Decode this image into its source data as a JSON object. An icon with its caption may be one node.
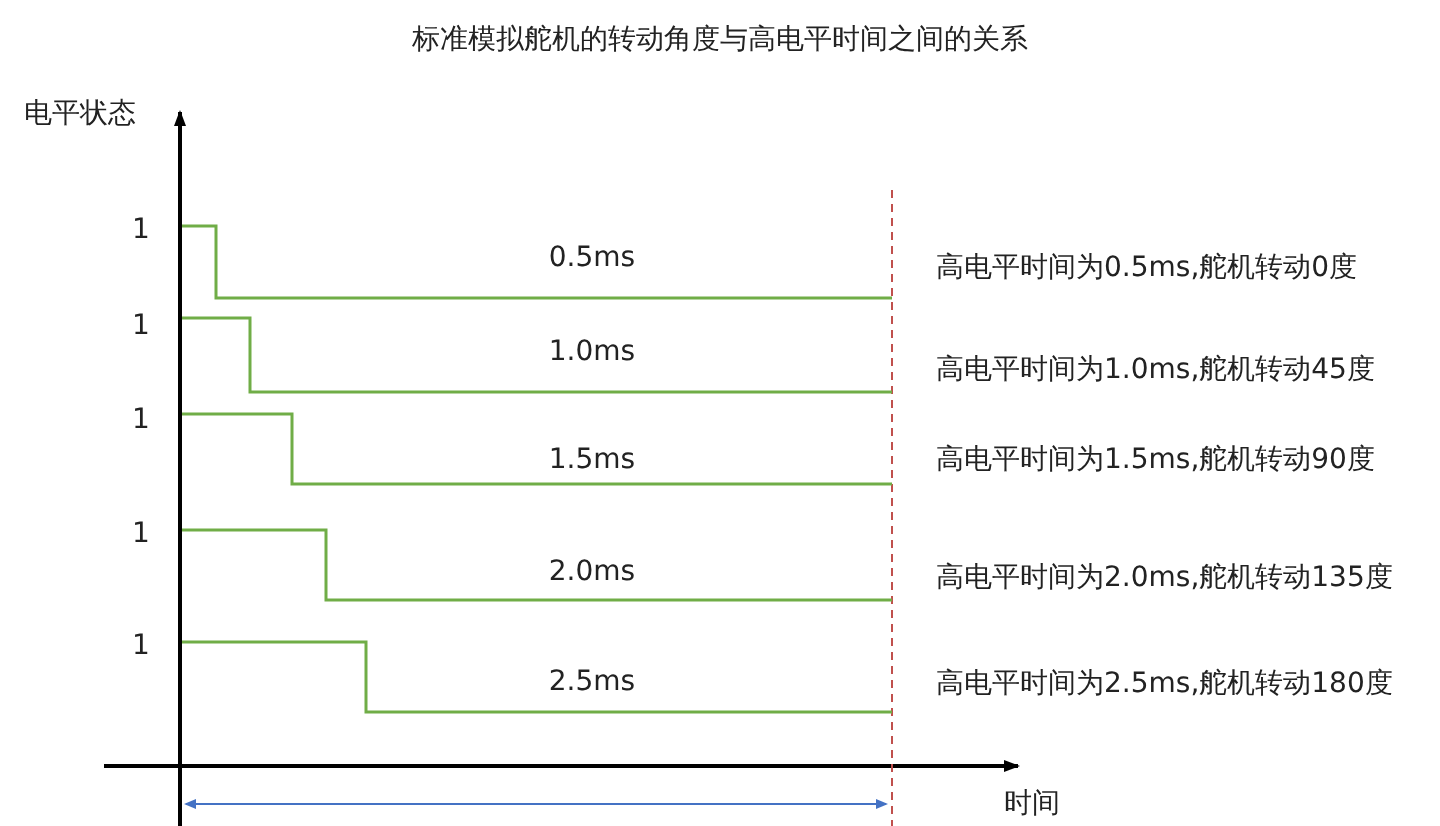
{
  "diagram": {
    "title": "标准模拟舵机的转动角度与高电平时间之间的关系",
    "labels": [
      "电平状态",
      "1",
      "0.5ms",
      "高电平时间为0.5ms,舵机转动0度",
      "1",
      "1.0ms",
      "高电平时间为1.0ms,舵机转动45度",
      "1",
      "1.5ms",
      "高电平时间为1.5ms,舵机转动90度",
      "1",
      "2.0ms",
      "高电平时间为2.0ms,舵机转动135度",
      "1",
      "2.5ms",
      "高电平时间为2.5ms,舵机转动180度",
      "时间"
    ]
  }
}
